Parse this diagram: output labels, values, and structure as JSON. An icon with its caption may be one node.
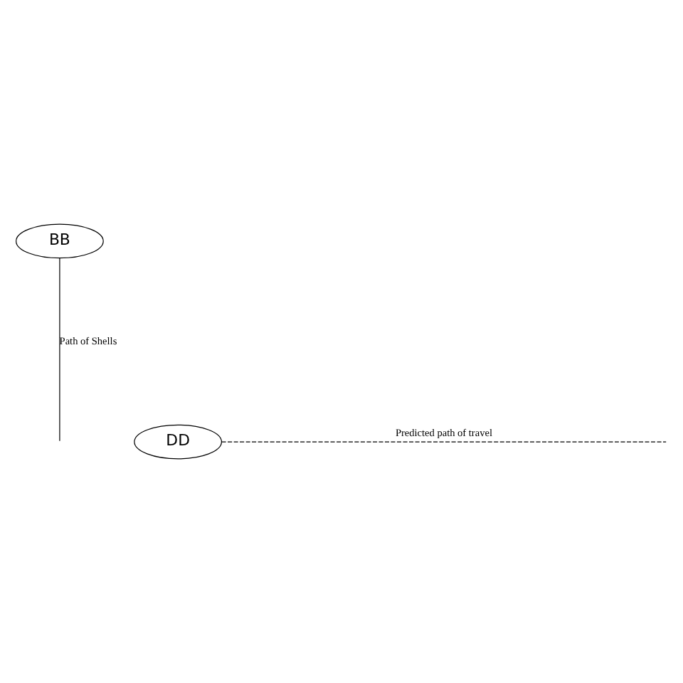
{
  "diagram": {
    "nodes": [
      {
        "text": [
          "BB"
        ]
      },
      {
        "text": [
          "DD"
        ]
      }
    ],
    "edges": [
      {
        "from": 0,
        "to": null,
        "arrow": "none",
        "label": "Path of Shells"
      },
      {
        "from": 1,
        "to": null,
        "arrow": "none",
        "style": "dashed",
        "label": "Predicted path of travel"
      }
    ]
  }
}
